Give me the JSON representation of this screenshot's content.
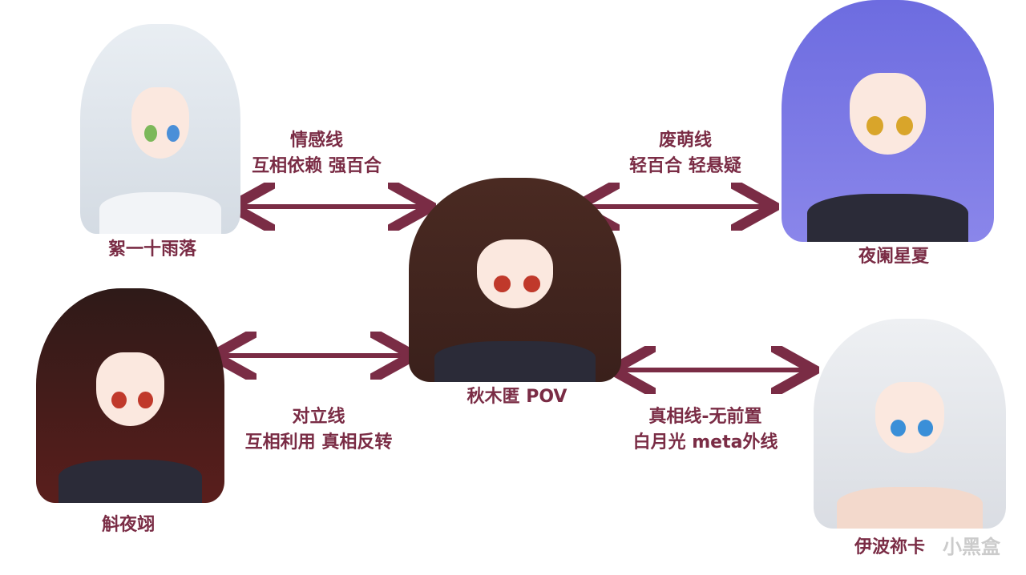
{
  "center": {
    "name": "秋木匿 POV"
  },
  "characters": [
    {
      "name": "絮一十雨落",
      "line_title": "情感线",
      "line_desc": "互相依赖 强百合"
    },
    {
      "name": "夜阑星夏",
      "line_title": "废萌线",
      "line_desc": "轻百合 轻悬疑"
    },
    {
      "name": "斛夜翊",
      "line_title": "对立线",
      "line_desc": "互相利用 真相反转"
    },
    {
      "name": "伊波祢卡",
      "line_title": "真相线-无前置",
      "line_desc": "白月光 meta外线"
    }
  ],
  "watermark": "小黑盒",
  "colors": {
    "accent": "#7a2c45"
  }
}
